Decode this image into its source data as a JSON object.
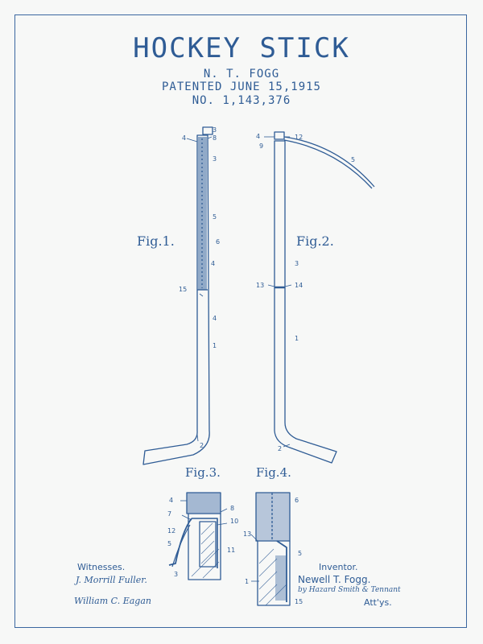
{
  "header": {
    "title": "HOCKEY STICK",
    "inventor_short": "N. T. FOGG",
    "patented": "PATENTED JUNE 15,1915",
    "number": "NO. 1,143,376"
  },
  "figures": {
    "fig1": "Fig.1.",
    "fig2": "Fig.2.",
    "fig3": "Fig.3.",
    "fig4": "Fig.4."
  },
  "footer": {
    "witnesses_label": "Witnesses.",
    "witness_1": "J. Morrill Fuller.",
    "witness_2": "William C. Eagan",
    "inventor_label": "Inventor.",
    "inventor_name": "Newell T. Fogg.",
    "attorneys": "by Hazard Smith & Tennant",
    "attorneys_label": "Att'ys."
  },
  "colors": {
    "ink": "#2f5c95",
    "paper": "#f7f8f7"
  }
}
